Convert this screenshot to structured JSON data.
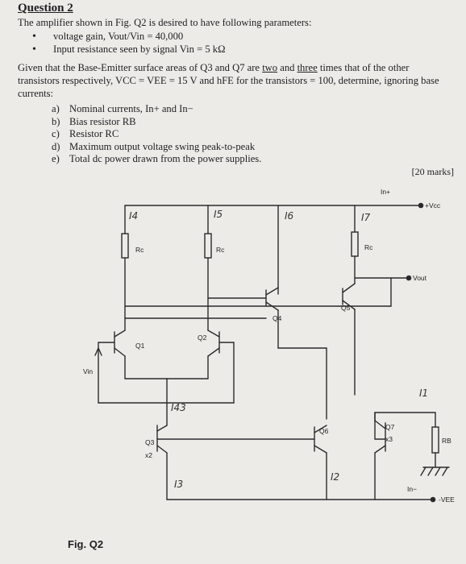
{
  "question": {
    "title": "Question 2",
    "intro": "The amplifier shown in Fig. Q2 is desired to have following parameters:",
    "bullets": [
      "voltage gain, Vout/Vin = 40,000",
      "Input resistance seen by signal Vin = 5 kΩ"
    ],
    "given": {
      "pre": "Given that the Base-Emitter surface areas of Q3 and Q7 are ",
      "two": "two",
      "mid": " and ",
      "three": "three",
      "post": " times that of the other transistors respectively, VCC = VEE = 15 V and hFE for the transistors = 100, determine, ignoring base currents:"
    },
    "parts": [
      {
        "label": "a)",
        "text": "Nominal currents, In+ and In−"
      },
      {
        "label": "b)",
        "text": "Bias resistor RB"
      },
      {
        "label": "c)",
        "text": "Resistor RC"
      },
      {
        "label": "d)",
        "text": "Maximum output voltage swing peak-to-peak"
      },
      {
        "label": "e)",
        "text": "Total dc power drawn from the power supplies."
      }
    ],
    "marks": "[20 marks]"
  },
  "figure": {
    "caption": "Fig. Q2",
    "labels": {
      "vcc": "+Vcc",
      "vee": "-VEE",
      "vout": "Vout",
      "vin": "Vin",
      "rc": "Rc",
      "rb": "RB",
      "q1": "Q1",
      "q2": "Q2",
      "q3": "Q3",
      "q4": "Q4",
      "q5": "Q5",
      "q6": "Q6",
      "q7": "Q7",
      "x2": "x2",
      "x3": "x3",
      "in_plus": "In+",
      "in_minus": "In−"
    },
    "handwritten": {
      "i4": "I4",
      "i5": "I5",
      "i6": "I6",
      "i7": "I7",
      "i43": "I43",
      "i3": "I3",
      "i2": "I2",
      "i1": "I1"
    }
  }
}
